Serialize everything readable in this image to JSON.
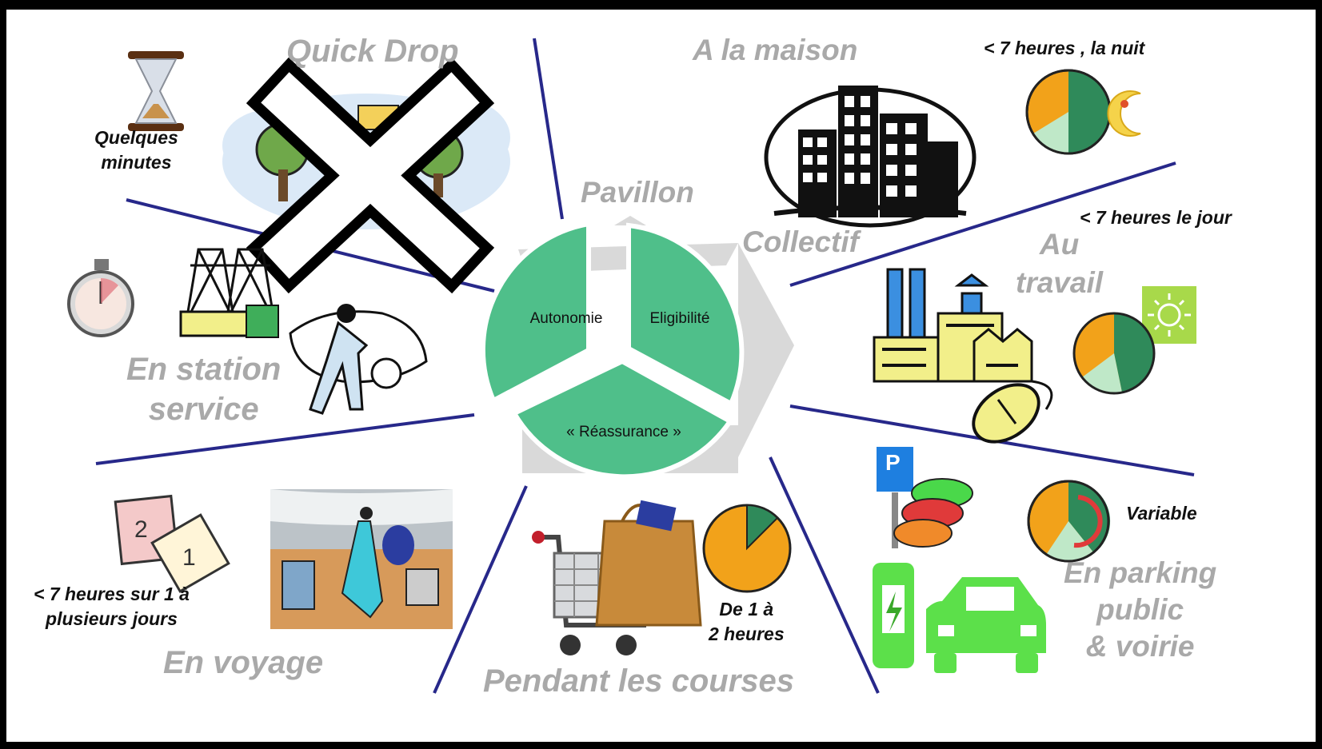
{
  "center": {
    "segments": [
      "Autonomie",
      "Eligibilité",
      "« Réassurance »"
    ],
    "color": "#4fbf8a"
  },
  "scenarios": {
    "quick_drop": {
      "title": "Quick Drop",
      "note": [
        "Quelques",
        "minutes"
      ]
    },
    "maison": {
      "title": "A la maison",
      "sub1": "Pavillon",
      "sub2": "Collectif",
      "note": "< 7 heures , la nuit"
    },
    "travail": {
      "title": [
        "Au",
        "travail"
      ],
      "note": "< 7 heures le jour"
    },
    "parking": {
      "title": [
        "En parking",
        "public",
        "& voirie"
      ],
      "note": "Variable"
    },
    "courses": {
      "title": "Pendant les courses",
      "note": [
        "De 1 à",
        "2 heures"
      ]
    },
    "voyage": {
      "title": "En voyage",
      "note": [
        "< 7 heures sur  1 à",
        "plusieurs jours"
      ]
    },
    "station": {
      "title": [
        "En station",
        "service"
      ]
    }
  },
  "colors": {
    "divider": "#27288a",
    "label": "#a9a9a9",
    "clock_orange": "#f2a21a",
    "clock_green": "#2f8a5a",
    "clock_light": "#bfe8c8"
  }
}
